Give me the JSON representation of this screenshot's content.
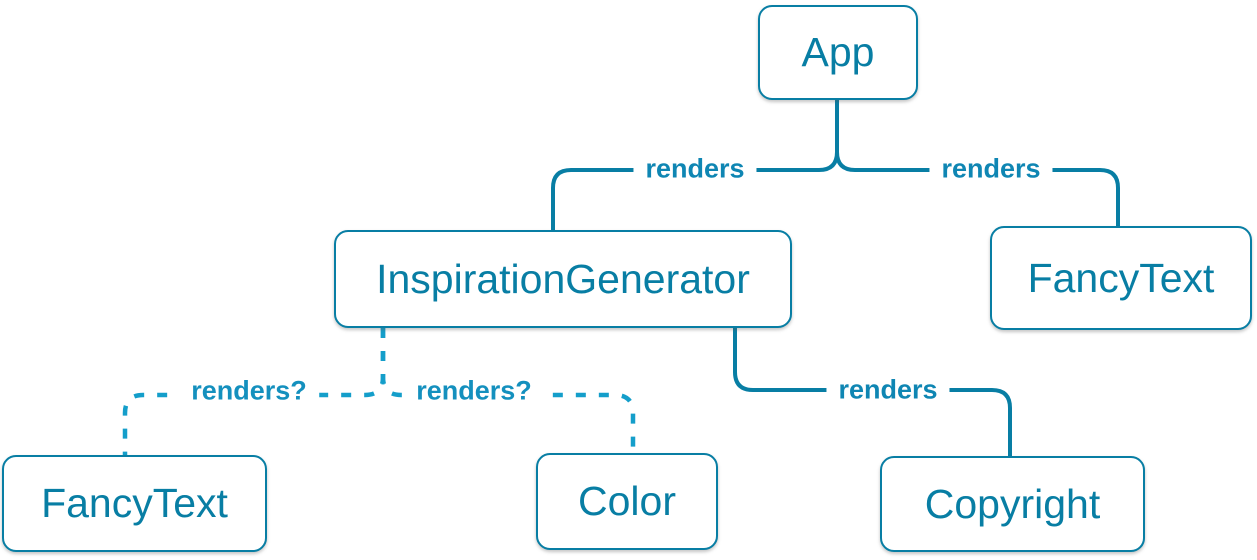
{
  "palette": {
    "background": "#ffffff",
    "box_fill": "#ffffff",
    "box_border": "#087ea4",
    "box_text": "#087ea4",
    "solid_edge": "#087ea4",
    "dashed_edge": "#149eca",
    "solid_edge_label": "#0f86b3",
    "dashed_edge_label": "#1490be"
  },
  "tree": {
    "nodes": [
      {
        "id": "app",
        "label": "App"
      },
      {
        "id": "inspiration-generator",
        "label": "InspirationGenerator"
      },
      {
        "id": "fancy-text-top",
        "label": "FancyText"
      },
      {
        "id": "fancy-text-bottom",
        "label": "FancyText"
      },
      {
        "id": "color",
        "label": "Color"
      },
      {
        "id": "copyright",
        "label": "Copyright"
      }
    ],
    "edges": [
      {
        "from": "App",
        "to": "InspirationGenerator",
        "label": "renders",
        "style": "solid"
      },
      {
        "from": "App",
        "to": "FancyText",
        "label": "renders",
        "style": "solid"
      },
      {
        "from": "InspirationGenerator",
        "to": "FancyText",
        "label": "renders?",
        "style": "dashed"
      },
      {
        "from": "InspirationGenerator",
        "to": "Color",
        "label": "renders?",
        "style": "dashed"
      },
      {
        "from": "InspirationGenerator",
        "to": "Copyright",
        "label": "renders",
        "style": "solid"
      }
    ]
  }
}
